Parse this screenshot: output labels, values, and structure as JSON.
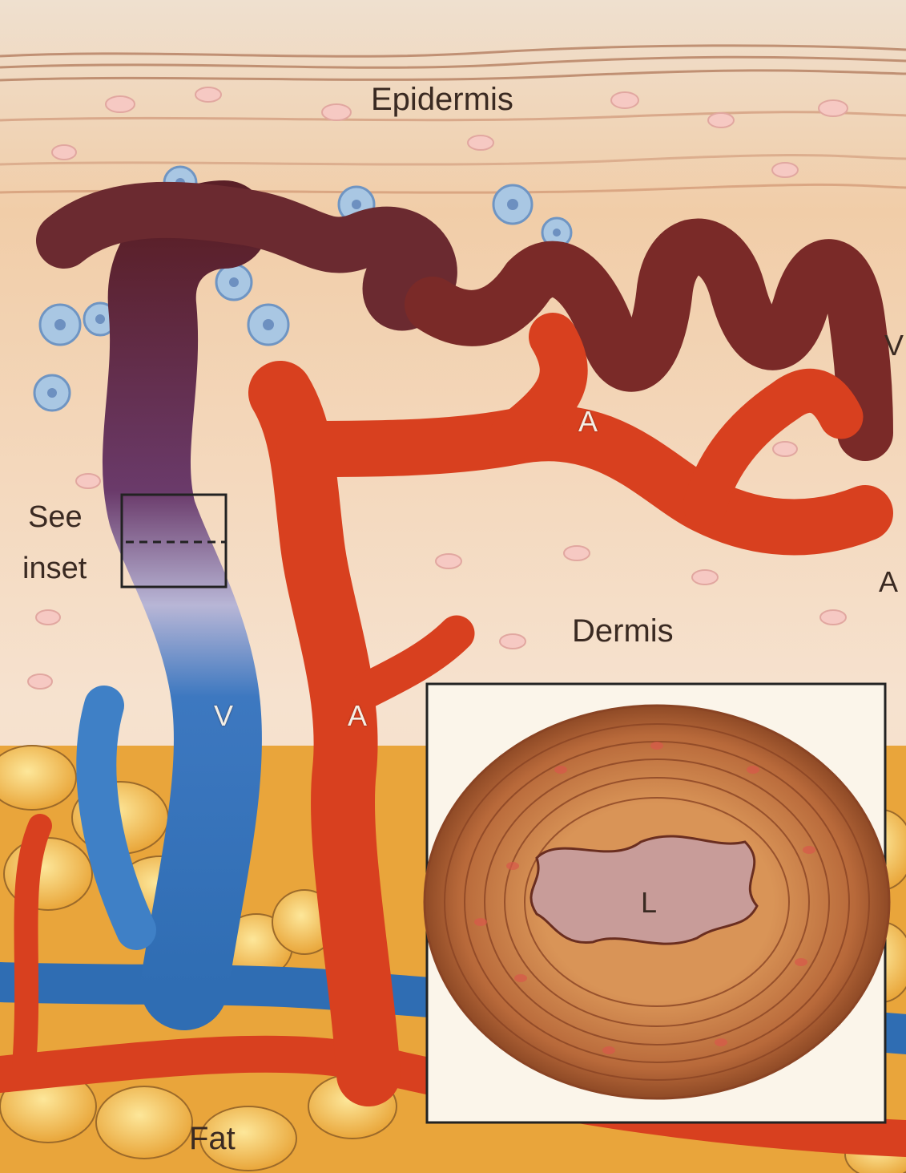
{
  "labels": {
    "epidermis": "Epidermis",
    "dermis": "Dermis",
    "fat": "Fat",
    "see": "See",
    "inset": "inset",
    "vein_right": "V",
    "artery_upper": "A",
    "artery_right": "A",
    "vein_lower": "V",
    "artery_lower": "A",
    "lumen": "L"
  },
  "colors": {
    "artery": "#d8401f",
    "vein_upper": "#6b2a30",
    "vein_lower": "#3d7fc4",
    "skin": "#f3dcc6",
    "fat": "#f0b743",
    "inset_wall": "#b8693a"
  }
}
